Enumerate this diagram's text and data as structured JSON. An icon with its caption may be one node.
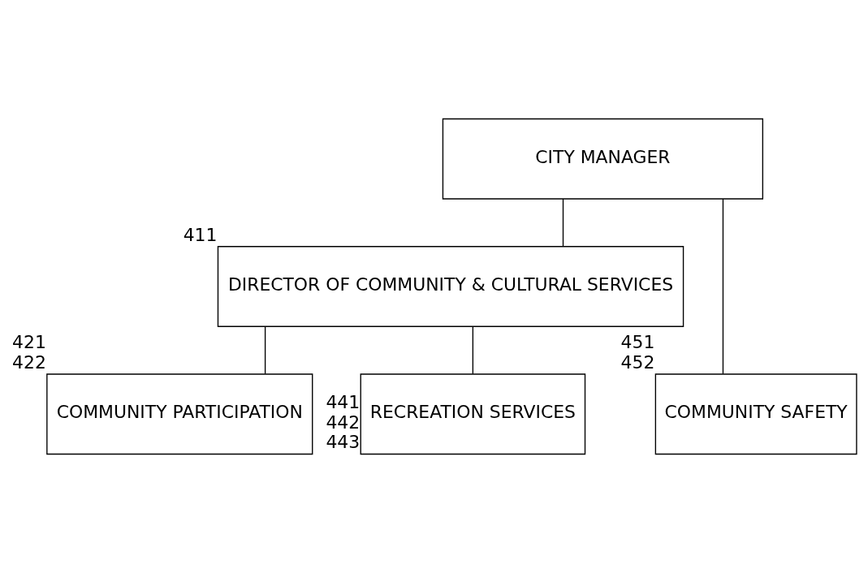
{
  "diagram": {
    "nodes": [
      {
        "text": [
          "CITY MANAGER"
        ]
      },
      {
        "text": [
          "DIRECTOR OF COMMUNITY & CULTURAL SERVICES"
        ],
        "beside": [
          "411"
        ]
      },
      {
        "text": [
          "COMMUNITY PARTICIPATION"
        ],
        "beside": [
          "421",
          "422"
        ]
      },
      {
        "text": [
          "RECREATION SERVICES"
        ],
        "beside": [
          "441",
          "442",
          "443"
        ]
      },
      {
        "text": [
          "COMMUNITY SAFETY"
        ],
        "beside": [
          "451",
          "452"
        ]
      }
    ],
    "edges": [
      {
        "from": 0,
        "to": 1,
        "arrow": "none"
      },
      {
        "from": 1,
        "to": 2,
        "arrow": "none"
      },
      {
        "from": 1,
        "to": 3,
        "arrow": "none"
      },
      {
        "from": 0,
        "to": 4,
        "arrow": "none"
      }
    ]
  }
}
